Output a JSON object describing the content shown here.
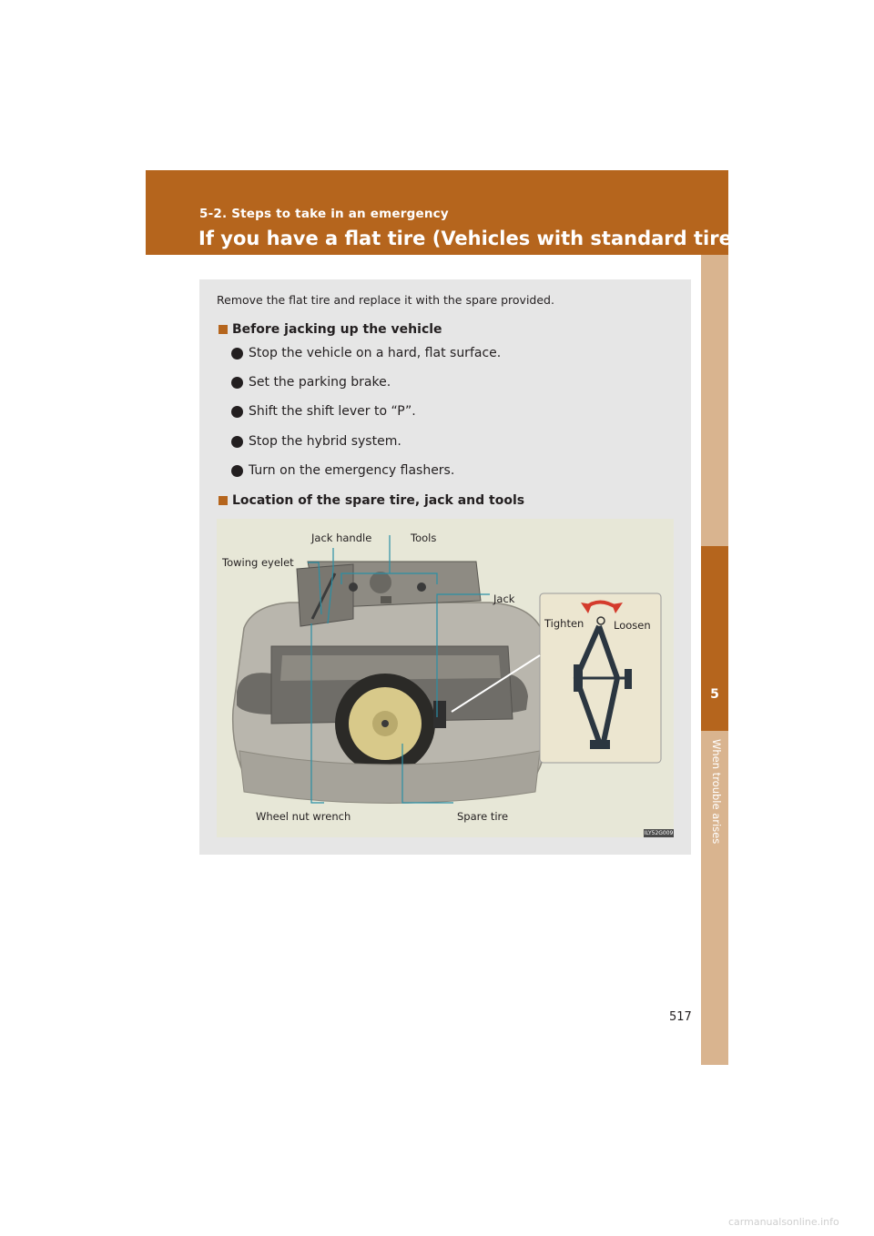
{
  "header": {
    "section": "5-2. Steps to take in an emergency",
    "title": "If you have a flat tire (Vehicles with standard tires)"
  },
  "side_tab": {
    "chapter_number": "5",
    "chapter_name": "When trouble arises"
  },
  "content": {
    "intro": "Remove the flat tire and replace it with the spare provided.",
    "sections": [
      {
        "heading": "Before jacking up the vehicle",
        "bullets": [
          "Stop the vehicle on a hard, flat surface.",
          "Set the parking brake.",
          "Shift the shift lever to “P”.",
          "Stop the hybrid system.",
          "Turn on the emergency flashers."
        ]
      },
      {
        "heading": "Location of the spare tire, jack and tools"
      }
    ]
  },
  "figure": {
    "callouts": {
      "jack_handle": "Jack handle",
      "tools": "Tools",
      "towing_eyelet": "Towing eyelet",
      "jack": "Jack",
      "tighten": "Tighten",
      "loosen": "Loosen",
      "wheel_nut_wrench": "Wheel nut wrench",
      "spare_tire": "Spare tire"
    },
    "code": "ILY52G009"
  },
  "page_number": "517",
  "watermark": "carmanualsonline.info",
  "colors": {
    "accent": "#b5651d",
    "tab_light": "#d9b48f",
    "panel": "#e6e6e6",
    "callout_line": "#2a8fa5"
  }
}
